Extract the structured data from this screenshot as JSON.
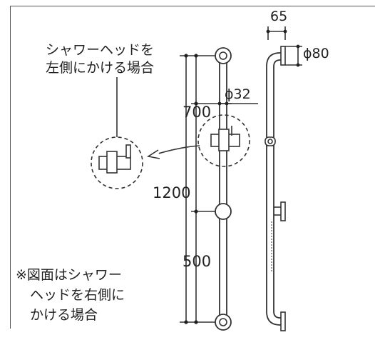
{
  "note_left": {
    "line1": "シャワーヘッドを",
    "line2": "左側にかける場合"
  },
  "dimensions": {
    "d700": "700",
    "d1200": "1200",
    "d500": "500",
    "d65": "65",
    "phi80": "ϕ80",
    "phi32": "ϕ32"
  },
  "footnote": {
    "line1": "※図面はシャワー",
    "line2": "ヘッドを右側に",
    "line3": "かける場合"
  }
}
